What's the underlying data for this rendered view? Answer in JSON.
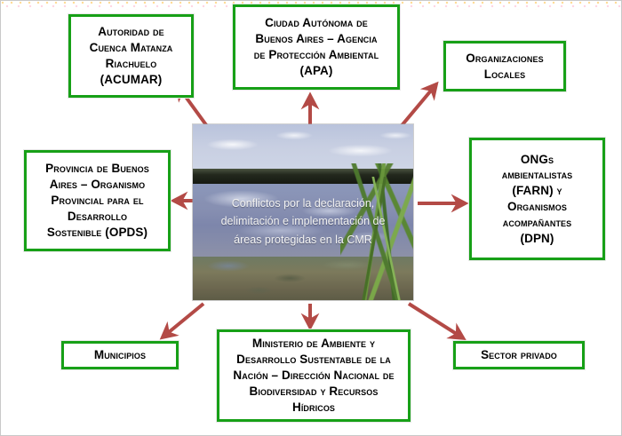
{
  "diagram": {
    "title": "Conflictos por la declaración, delimitación e implementación de áreas protegidas en la CMR",
    "center": {
      "caption_line1": "Conflictos por la declaración,",
      "caption_line2": "delimitación e implementación de",
      "caption_line3": "áreas protegidas en la CMR",
      "image_alt": "Fotografía de humedal de la Cuenca Matanza Riachuelo"
    },
    "colors": {
      "box_border": "#17a017",
      "arrow": "#b34a46",
      "box_text": "#000000",
      "caption_text": "#f3f3f3",
      "background": "#ffffff"
    },
    "nodes": [
      {
        "id": "acumar",
        "lines": [
          "Autoridad de",
          "Cuenca Matanza",
          "Riachuelo",
          "(ACUMAR)"
        ],
        "position": "top-left"
      },
      {
        "id": "apa",
        "lines": [
          "Ciudad Autónoma de",
          "Buenos Aires – Agencia",
          "de Protección Ambiental",
          "(APA)"
        ],
        "position": "top-center"
      },
      {
        "id": "organizaciones-locales",
        "lines": [
          "Organizaciones",
          "Locales"
        ],
        "position": "top-right"
      },
      {
        "id": "opds",
        "lines": [
          "Provincia de Buenos",
          "Aires – Organismo",
          "Provincial para el",
          "Desarrollo",
          "Sostenible (OPDS)"
        ],
        "position": "left"
      },
      {
        "id": "ongs",
        "lines": [
          "ONGs",
          "ambientalistas",
          "(FARN) y",
          "Organismos",
          "acompañantes",
          "(DPN)"
        ],
        "position": "right"
      },
      {
        "id": "municipios",
        "lines": [
          "Municipios"
        ],
        "position": "bottom-left"
      },
      {
        "id": "ministerio",
        "lines": [
          "Ministerio de Ambiente y",
          "Desarrollo Sustentable de la",
          "Nación – Dirección Nacional de",
          "Biodiversidad y Recursos",
          "Hídricos"
        ],
        "position": "bottom-center"
      },
      {
        "id": "sector-privado",
        "lines": [
          "Sector privado"
        ],
        "position": "bottom-right"
      }
    ],
    "connectors": [
      {
        "id": "center-to-acumar",
        "from": "center",
        "to": "acumar",
        "direction": "up-left"
      },
      {
        "id": "center-to-apa",
        "from": "center",
        "to": "apa",
        "direction": "up"
      },
      {
        "id": "center-to-organizaciones-locales",
        "from": "center",
        "to": "organizaciones-locales",
        "direction": "up-right"
      },
      {
        "id": "center-to-opds",
        "from": "center",
        "to": "opds",
        "direction": "left"
      },
      {
        "id": "center-to-ongs",
        "from": "center",
        "to": "ongs",
        "direction": "right"
      },
      {
        "id": "center-to-municipios",
        "from": "center",
        "to": "municipios",
        "direction": "down-left"
      },
      {
        "id": "center-to-ministerio",
        "from": "center",
        "to": "ministerio",
        "direction": "down"
      },
      {
        "id": "center-to-sector-privado",
        "from": "center",
        "to": "sector-privado",
        "direction": "down-right"
      }
    ]
  }
}
